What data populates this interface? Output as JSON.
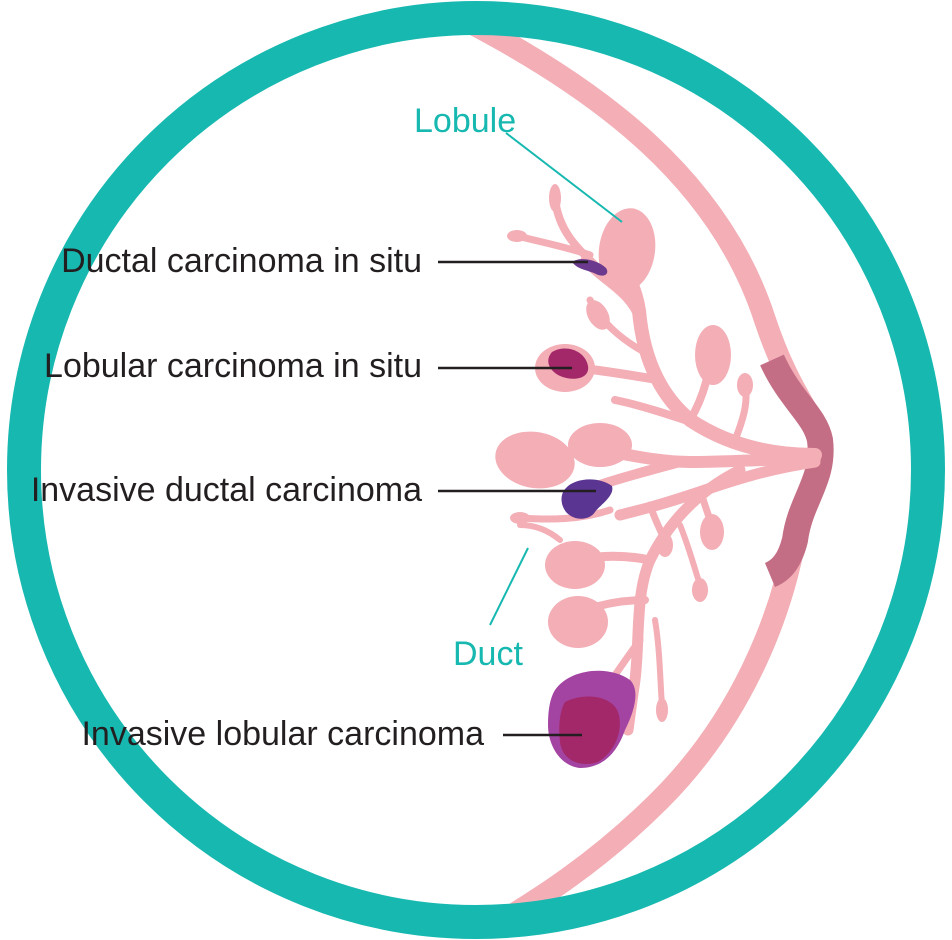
{
  "colors": {
    "ring": "#17b8b0",
    "tissue": "#f3aeb6",
    "nipple": "#c46e86",
    "label_dark": "#231f20",
    "label_teal": "#17b8b0",
    "dcis": "#6b3a8e",
    "lcis": "#a3286a",
    "idc": "#5b3592",
    "ilc_outer": "#a344a2",
    "ilc_inner": "#a3286a"
  },
  "labels": {
    "lobule": "Lobule",
    "duct": "Duct",
    "dcis": "Ductal carcinoma in situ",
    "lcis": "Lobular carcinoma in situ",
    "idc": "Invasive ductal carcinoma",
    "ilc": "Invasive lobular carcinoma"
  }
}
